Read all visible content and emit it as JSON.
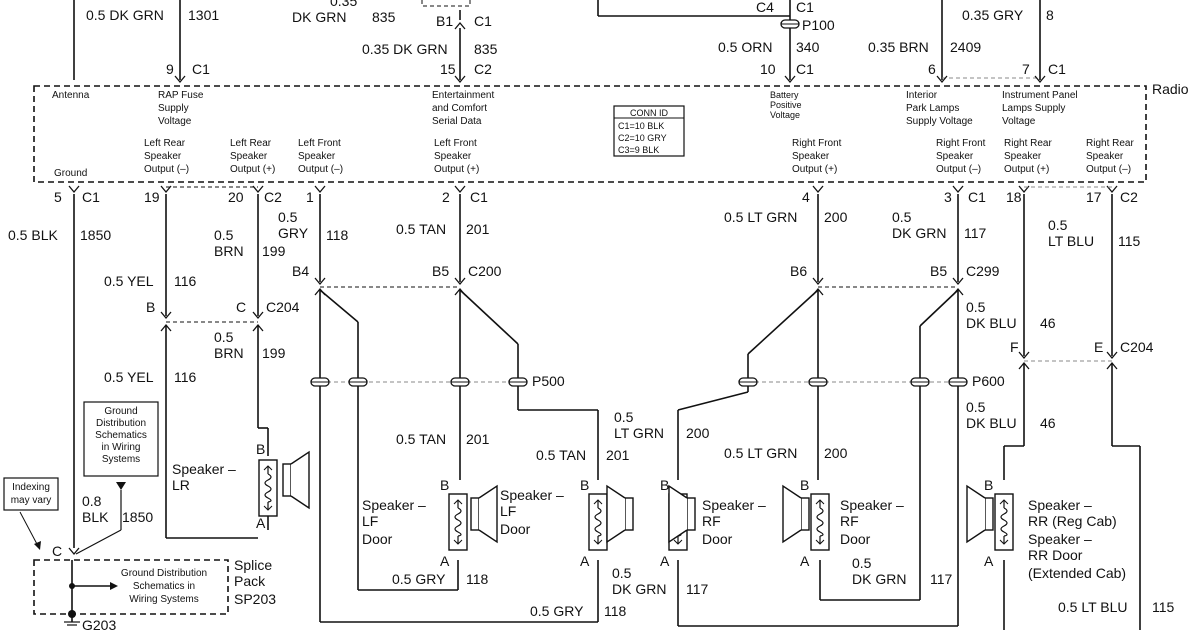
{
  "radio": {
    "label": "Radio"
  },
  "conn_id": {
    "title": "CONN ID",
    "l1": "C1=10 BLK",
    "l2": "C2=10 GRY",
    "l3": "C3=9 BLK"
  },
  "pins": {
    "antenna": "Antenna",
    "rap1": "RAP Fuse",
    "rap2": "Supply",
    "rap3": "Voltage",
    "ent1": "Entertainment",
    "ent2": "and Comfort",
    "ent3": "Serial Data",
    "bat1": "Battery",
    "bat2": "Positive",
    "bat3": "Voltage",
    "ipl1": "Interior",
    "ipl2": "Park Lamps",
    "ipl3": "Supply Voltage",
    "ins1": "Instrument Panel",
    "ins2": "Lamps Supply",
    "ins3": "Voltage",
    "gnd": "Ground",
    "lrm1": "Left Rear",
    "lrm2": "Speaker",
    "lrm3": "Output (–)",
    "lrp1": "Left Rear",
    "lrp2": "Speaker",
    "lrp3": "Output (+)",
    "lfm1": "Left Front",
    "lfm2": "Speaker",
    "lfm3": "Output (–)",
    "lfp1": "Left Front",
    "lfp2": "Speaker",
    "lfp3": "Output (+)",
    "rfp1": "Right Front",
    "rfp2": "Speaker",
    "rfp3": "Output (+)",
    "rfm1": "Right Front",
    "rfm2": "Speaker",
    "rfm3": "Output (–)",
    "rrp1": "Right Rear",
    "rrp2": "Speaker",
    "rrp3": "Output (+)",
    "rrm1": "Right Rear",
    "rrm2": "Speaker",
    "rrm3": "Output (–)"
  },
  "top": {
    "w1": "0.5 DK GRN",
    "c1301": "1301",
    "w2a": "0.35",
    "w2b": "DK GRN",
    "c835a": "835",
    "b1": "B1",
    "c1a": "C1",
    "w3": "0.35 DK GRN",
    "c835b": "835",
    "c4": "C4",
    "c1b": "C1",
    "p100": "P100",
    "w4": "0.5 ORN",
    "c340": "340",
    "w5": "0.35 BRN",
    "c2409": "2409",
    "w6": "0.35 GRY",
    "c8": "8"
  },
  "pin_nums": {
    "n9": "9",
    "c9": "C1",
    "n15": "15",
    "c15": "C2",
    "n10": "10",
    "c10": "C1",
    "n6": "6",
    "n7": "7",
    "c7": "C1",
    "n5": "5",
    "c5": "C1",
    "n19": "19",
    "n20": "20",
    "c20": "C2",
    "n1": "1",
    "n2": "2",
    "c2n": "C1",
    "n4": "4",
    "n3": "3",
    "c3": "C1",
    "n18": "18",
    "n17": "17",
    "c17": "C2"
  },
  "wires": {
    "blk": "0.5 BLK",
    "c1850": "1850",
    "brnA": "0.5",
    "brnB": "BRN",
    "c199": "199",
    "gryA": "0.5",
    "gryB": "GRY",
    "c118": "118",
    "tan": "0.5 TAN",
    "c201": "201",
    "ltgrn": "0.5 LT GRN",
    "c200": "200",
    "dkgA": "0.5",
    "dkgB": "DK GRN",
    "c117": "117",
    "ltbA": "0.5",
    "ltbB": "LT BLU",
    "c115": "115",
    "yel": "0.5 YEL",
    "c116": "116",
    "b4": "B4",
    "b5": "B5",
    "c200c": "C200",
    "b6": "B6",
    "b5r": "B5",
    "c299": "C299",
    "bl": "B",
    "cl": "C",
    "c204": "C204",
    "dkbA": "0.5",
    "dkbB": "DK BLU",
    "c46": "46",
    "brn2A": "0.5",
    "brn2B": "BRN",
    "c199b": "199",
    "yel2": "0.5 YEL",
    "c116b": "116",
    "f": "F",
    "e": "E",
    "c204r": "C204",
    "p500": "P500",
    "p600": "P600",
    "dkb2A": "0.5",
    "dkb2B": "DK BLU",
    "c46b": "46",
    "tan2": "0.5 TAN",
    "c201b": "201",
    "ltg2A": "0.5",
    "ltg2B": "LT GRN",
    "c200b": "200",
    "tan3": "0.5 TAN",
    "c201c": "201",
    "ltg3": "0.5 LT GRN",
    "c200d": "200",
    "gry2": "0.5 GRY",
    "c118b": "118",
    "dkg2A": "0.5",
    "dkg2B": "DK GRN",
    "c117b": "117",
    "dkg3A": "0.5",
    "dkg3B": "DK GRN",
    "c117c": "117",
    "gry3": "0.5 GRY",
    "c118c": "118",
    "ltb2": "0.5 LT BLU",
    "c115b": "115",
    "blk2A": "0.8",
    "blk2B": "BLK",
    "c1850b": "1850"
  },
  "speakers": {
    "lr1": "Speaker –",
    "lr2": "LR",
    "lf1": "Speaker –",
    "lf2": "LF",
    "lf3": "Door",
    "lf4": "Speaker –",
    "lf5": "LF",
    "lf6": "Door",
    "rf1": "Speaker –",
    "rf2": "RF",
    "rf3": "Door",
    "rf4": "Speaker –",
    "rf5": "RF",
    "rf6": "Door",
    "rr1": "Speaker –",
    "rr2": "RR (Reg Cab)",
    "rr3": "Speaker –",
    "rr4": "RR Door",
    "rr5": "(Extended Cab)",
    "a": "A",
    "b": "B"
  },
  "ground": {
    "g1": "Ground",
    "g2": "Distribution",
    "g3": "Schematics",
    "g4": "in Wiring",
    "g5": "Systems",
    "idx1": "Indexing",
    "idx2": "may vary",
    "sp1": "Ground Distribution",
    "sp2": "Schematics in",
    "sp3": "Wiring Systems",
    "pack1": "Splice",
    "pack2": "Pack",
    "pack3": "SP203",
    "c": "C",
    "g203": "G203"
  }
}
